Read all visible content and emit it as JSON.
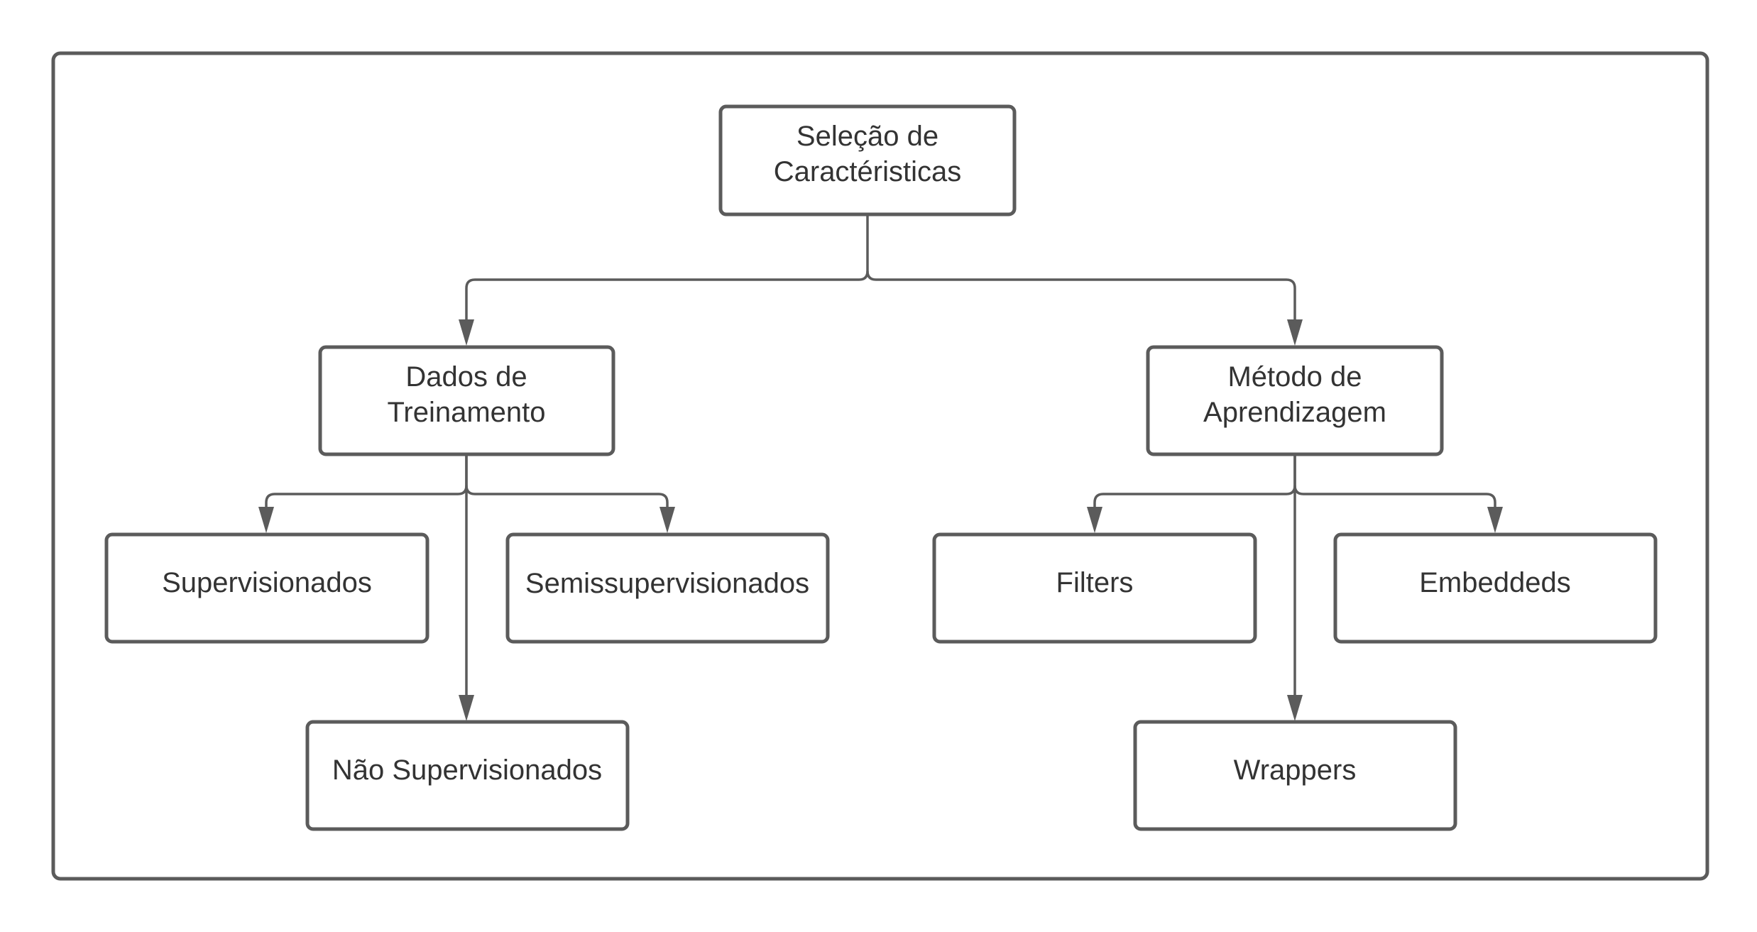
{
  "diagram": {
    "type": "tree",
    "colors": {
      "stroke": "#5b5b5b",
      "text": "#333333",
      "background": "#ffffff"
    },
    "nodes": {
      "root": {
        "lines": [
          "Seleção de",
          "Caractéristicas"
        ]
      },
      "dados": {
        "lines": [
          "Dados de",
          "Treinamento"
        ]
      },
      "metodo": {
        "lines": [
          "Método de",
          "Aprendizagem"
        ]
      },
      "supervisionados": {
        "lines": [
          "Supervisionados"
        ]
      },
      "semissupervisionados": {
        "lines": [
          "Semissupervisionados"
        ]
      },
      "nao_supervisionados": {
        "lines": [
          "Não Supervisionados"
        ]
      },
      "filters": {
        "lines": [
          "Filters"
        ]
      },
      "embeddeds": {
        "lines": [
          "Embeddeds"
        ]
      },
      "wrappers": {
        "lines": [
          "Wrappers"
        ]
      }
    },
    "edges": [
      {
        "from": "root",
        "to": "dados"
      },
      {
        "from": "root",
        "to": "metodo"
      },
      {
        "from": "dados",
        "to": "supervisionados"
      },
      {
        "from": "dados",
        "to": "semissupervisionados"
      },
      {
        "from": "dados",
        "to": "nao_supervisionados"
      },
      {
        "from": "metodo",
        "to": "filters"
      },
      {
        "from": "metodo",
        "to": "embeddeds"
      },
      {
        "from": "metodo",
        "to": "wrappers"
      }
    ]
  }
}
